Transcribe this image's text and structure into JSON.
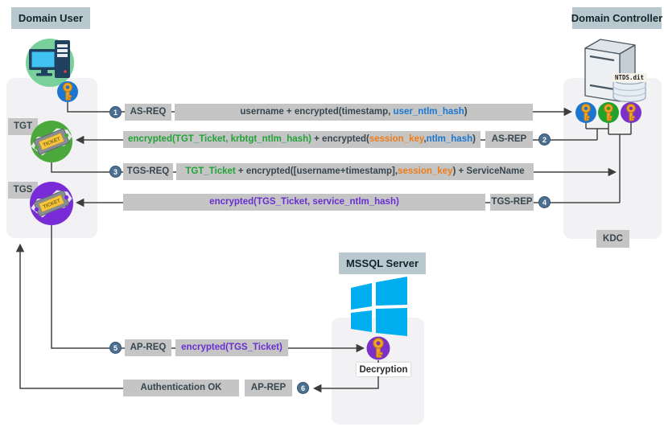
{
  "title": "Kerberos authentication flow diagram",
  "colors": {
    "accent_header_bg": "#b9c8ce",
    "box_bg": "#c5c5c5",
    "panel_bg": "#f2f2f4",
    "text_dark": "#37474f",
    "hash_blue": "#1a78d2",
    "ticket_green": "#21a437",
    "session_orange": "#ee7d18",
    "service_purple": "#6a2fd0",
    "key_blue": "#1b75d1",
    "key_green": "#1fa32c",
    "key_purple": "#7c2fc9",
    "windows_cyan": "#00adef",
    "line": "#424242"
  },
  "actors": {
    "domain_user": "Domain User",
    "domain_controller": "Domain Controller",
    "mssql_server": "MSSQL Server",
    "kdc": "KDC",
    "tgt": "TGT",
    "tgs": "TGS",
    "ntds": "NTDS.dit",
    "decryption": "Decryption"
  },
  "icons": {
    "ticket_text": "TICKET",
    "names": [
      "computer-icon",
      "key-icon",
      "ticket-icon",
      "server-icon",
      "database-icon",
      "windows-logo-icon"
    ]
  },
  "steps": [
    {
      "num": "1",
      "tag": "AS-REQ",
      "parts": [
        {
          "t": "username + encrypted(timestamp, ",
          "c": "dark"
        },
        {
          "t": "user_ntlm_hash",
          "c": "blue"
        },
        {
          "t": ")",
          "c": "dark"
        }
      ]
    },
    {
      "num": "2",
      "tag": "AS-REP",
      "parts": [
        {
          "t": "encrypted(TGT_Ticket, krbtgt_ntlm_hash)",
          "c": "green"
        },
        {
          "t": " + encrypted(",
          "c": "dark"
        },
        {
          "t": "session_key",
          "c": "orange"
        },
        {
          "t": ",",
          "c": "dark"
        },
        {
          "t": "ntlm_hash",
          "c": "blue"
        },
        {
          "t": ")",
          "c": "dark"
        }
      ]
    },
    {
      "num": "3",
      "tag": "TGS-REQ",
      "parts": [
        {
          "t": "TGT_Ticket",
          "c": "green"
        },
        {
          "t": " + encrypted([username+timestamp],",
          "c": "dark"
        },
        {
          "t": "session_key",
          "c": "orange"
        },
        {
          "t": ") + ServiceName",
          "c": "dark"
        }
      ]
    },
    {
      "num": "4",
      "tag": "TGS-REP",
      "parts": [
        {
          "t": "encrypted(TGS_Ticket, service_ntlm_hash)",
          "c": "purple"
        }
      ]
    },
    {
      "num": "5",
      "tag": "AP-REQ",
      "parts": [
        {
          "t": "encrypted(TGS_Ticket)",
          "c": "purple"
        }
      ]
    },
    {
      "num": "6",
      "tag": "AP-REP",
      "parts": [
        {
          "t": "Authentication OK",
          "c": "dark"
        }
      ]
    }
  ]
}
